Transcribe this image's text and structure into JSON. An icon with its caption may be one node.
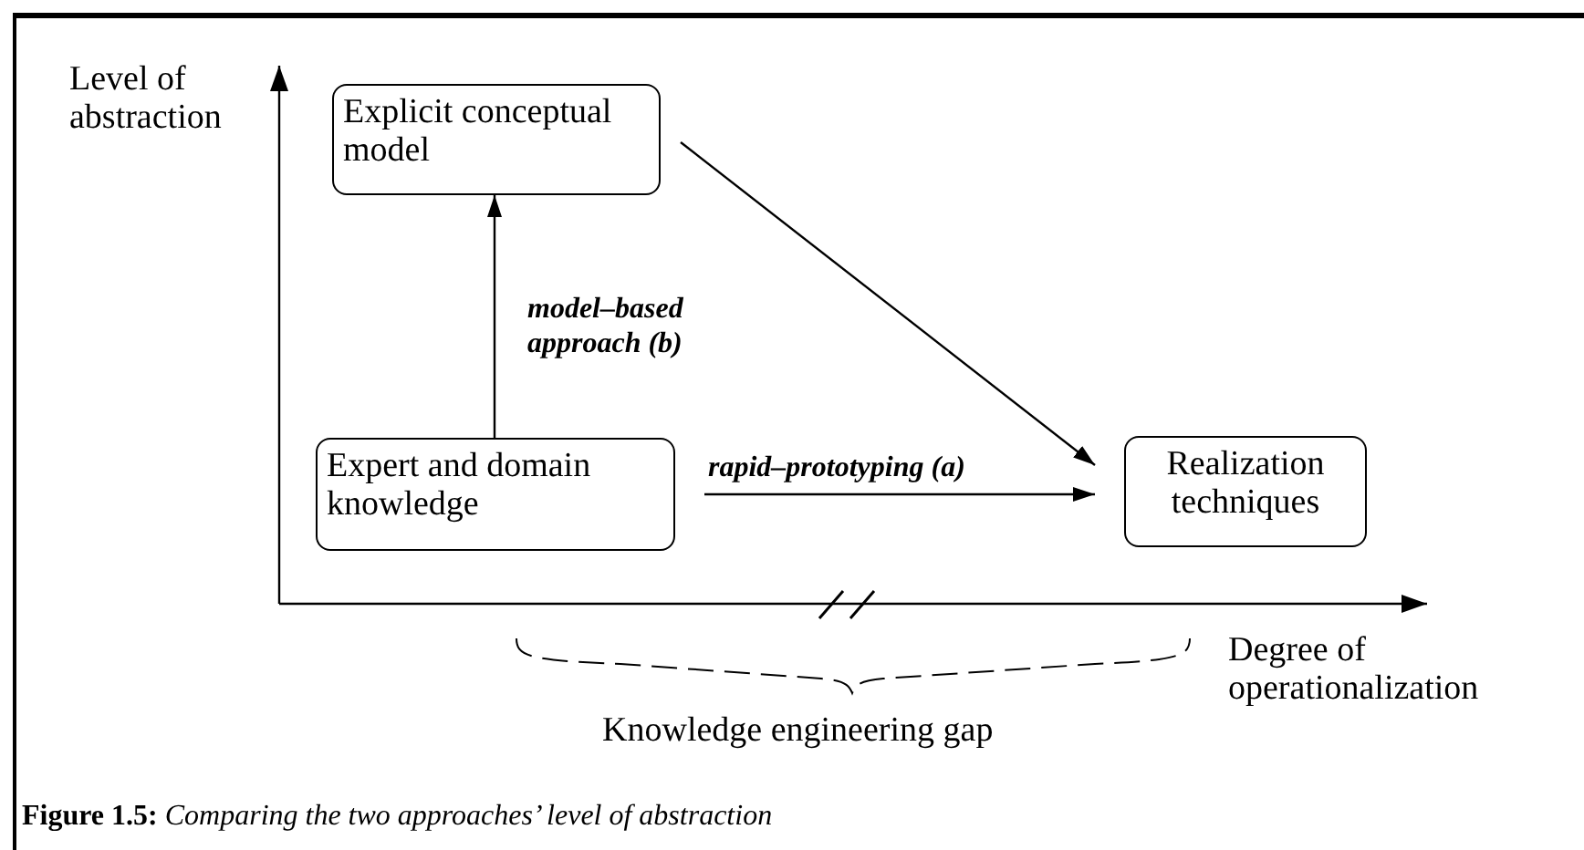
{
  "diagram": {
    "caption": "**Figure 1.5:** *Comparing the two approaches’ level of abstraction*",
    "nodes": [
      {
        "text": [
          "Explicit conceptual model"
        ]
      },
      {
        "text": [
          "Expert and domain knowledge"
        ]
      },
      {
        "text": [
          "Realization techniques"
        ]
      }
    ],
    "edges": [
      {
        "from": 1,
        "to": 0,
        "arrow": "to",
        "label": "model–based approach (b)"
      },
      {
        "from": 1,
        "to": 2,
        "arrow": "to",
        "label": "rapid–prototyping (a)"
      },
      {
        "from": 0,
        "to": 2,
        "arrow": "to"
      }
    ],
    "labels": [
      "Level of abstraction",
      "Degree of operationalization",
      "Knowledge engineering gap"
    ]
  }
}
